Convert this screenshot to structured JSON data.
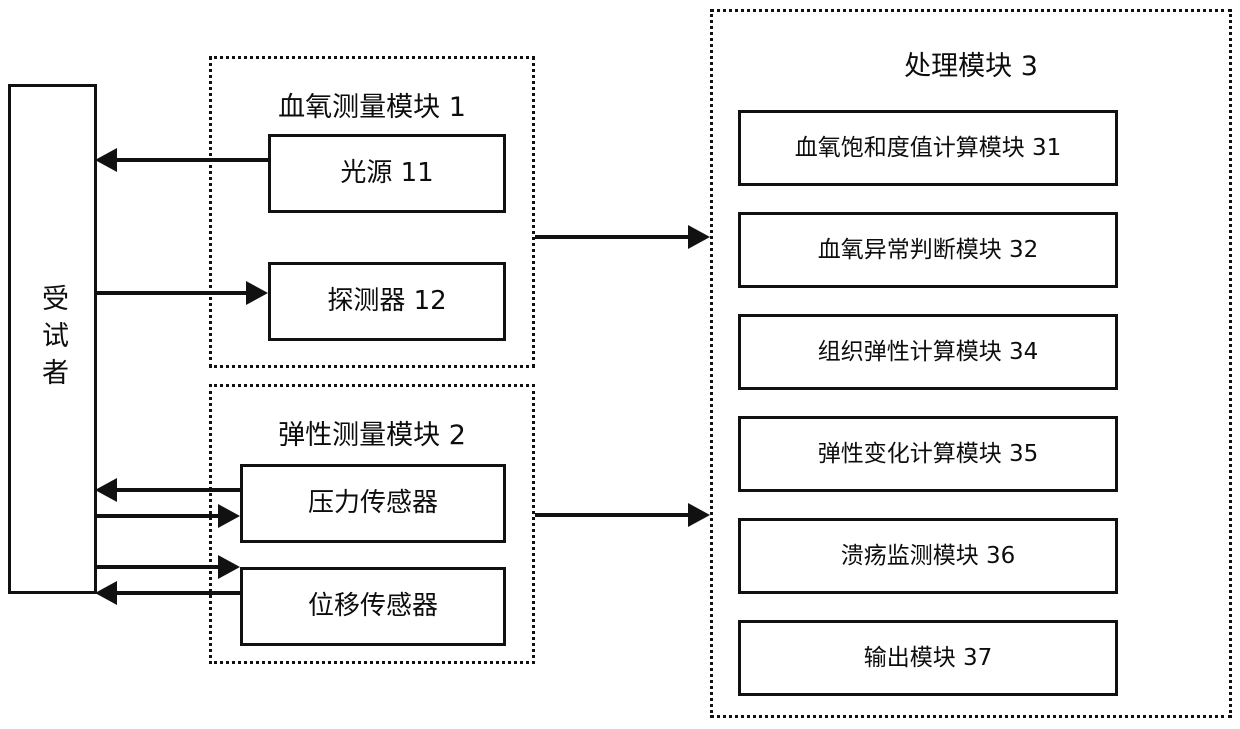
{
  "diagram": {
    "subject": {
      "label": "受试者"
    },
    "module1": {
      "title": "血氧测量模块 1",
      "items": [
        {
          "label": "光源 11"
        },
        {
          "label": "探测器 12"
        }
      ]
    },
    "module2": {
      "title": "弹性测量模块 2",
      "items": [
        {
          "label": "压力传感器"
        },
        {
          "label": "位移传感器"
        }
      ]
    },
    "module3": {
      "title": "处理模块 3",
      "items": [
        {
          "label": "血氧饱和度值计算模块 31"
        },
        {
          "label": "血氧异常判断模块 32"
        },
        {
          "label": "组织弹性计算模块 34"
        },
        {
          "label": "弹性变化计算模块 35"
        },
        {
          "label": "溃疡监测模块 36"
        },
        {
          "label": "输出模块 37"
        }
      ]
    },
    "connections": [
      {
        "name": "light-source-to-subject",
        "direction": "left"
      },
      {
        "name": "subject-to-detector",
        "direction": "right"
      },
      {
        "name": "pressure-sensor-to-subject",
        "direction": "left"
      },
      {
        "name": "subject-to-pressure-sensor",
        "direction": "right"
      },
      {
        "name": "subject-to-displacement-sensor",
        "direction": "right"
      },
      {
        "name": "displacement-sensor-to-subject",
        "direction": "left"
      },
      {
        "name": "module1-to-module3",
        "direction": "right"
      },
      {
        "name": "module2-to-module3",
        "direction": "right"
      }
    ],
    "colors": {
      "stroke": "#111111",
      "background": "#ffffff",
      "text": "#0d0d0d"
    }
  }
}
